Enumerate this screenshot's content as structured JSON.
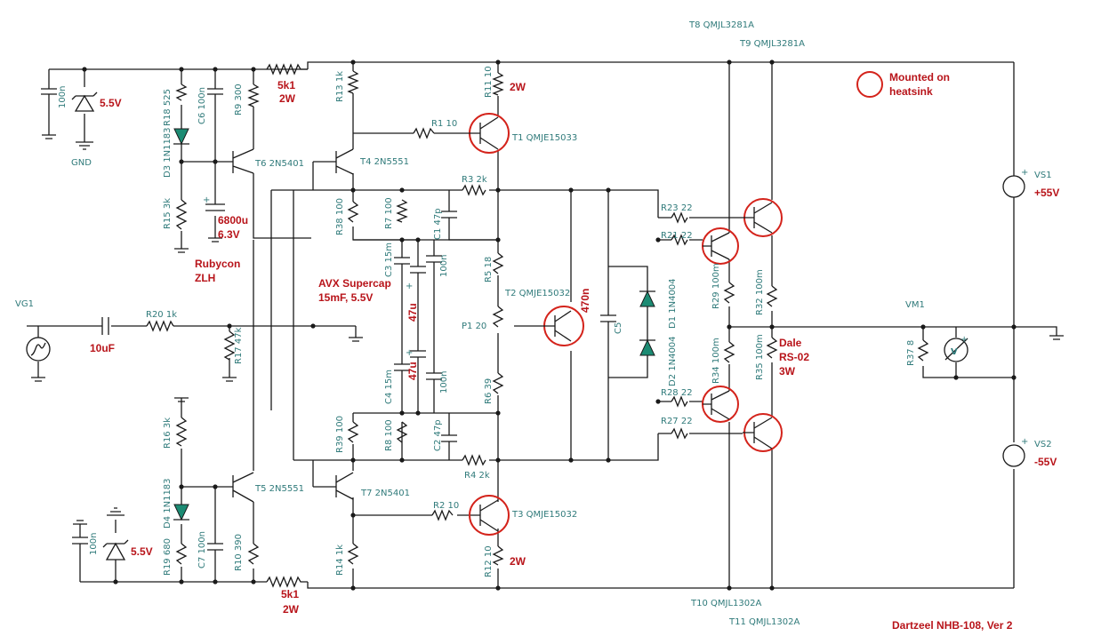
{
  "labels": {
    "t8": "T8 QMJL3281A",
    "t9": "T9 QMJL3281A",
    "t10": "T10 QMJL1302A",
    "t11": "T11 QMJL1302A",
    "t1": "T1 QMJE15033",
    "t2": "T2 QMJE15032",
    "t3": "T3 QMJE15032",
    "t4": "T4 2N5551",
    "t5": "T5 2N5551",
    "t6": "T6 2N5401",
    "t7": "T7 2N5401",
    "r1": "R1 10",
    "r2": "R2 10",
    "r3": "R3 2k",
    "r4": "R4 2k",
    "r5": "R5 18",
    "r6": "R6 39",
    "r7": "R7 100",
    "r8": "R8 100",
    "r9": "R9 300",
    "r10": "R10 390",
    "r11": "R11 10",
    "r12": "R12 10",
    "r13": "R13 1k",
    "r14": "R14 1k",
    "r15": "R15 3k",
    "r16": "R16 3k",
    "r17": "R17 47k",
    "r18": "R18 525",
    "r19": "R19 680",
    "r20": "R20 1k",
    "r21": "R21 22",
    "r23": "R23 22",
    "r27": "R27 22",
    "r28": "R28 22",
    "r29": "R29 100m",
    "r32": "R32 100m",
    "r34": "R34 100m",
    "r35": "R35 100m",
    "r37": "R37 8",
    "r38": "R38 100",
    "r39": "R39 100",
    "c1": "C1 47p",
    "c2": "C2 47p",
    "c3": "C3 15m",
    "c4": "C4 15m",
    "c5": "C5",
    "c6": "C6 100n",
    "c7": "C7 100n",
    "p1": "P1 20",
    "d1": "D1 1N4004",
    "d2": "D2 1N4004",
    "d3": "D3 1N1183",
    "d4": "D4 1N1183",
    "c_100n": "100n",
    "gnd": "GND",
    "vg1": "VG1",
    "vm1": "VM1",
    "vs1": "VS1",
    "vs2": "VS2",
    "v_meter": "V",
    "plus": "+"
  },
  "annotations": {
    "v55_top": "5.5V",
    "v55_bot": "5.5V",
    "r5k1_top_a": "5k1",
    "r5k1_top_b": "2W",
    "r5k1_bot_a": "5k1",
    "r5k1_bot_b": "2W",
    "r11_w": "2W",
    "r12_w": "2W",
    "cap6800_a": "6800u",
    "cap6800_b": "6.3V",
    "rubycon_a": "Rubycon",
    "rubycon_b": "ZLH",
    "avx_a": "AVX Supercap",
    "avx_b": "15mF, 5.5V",
    "c47u_top": "47u",
    "c47u_bot": "47u",
    "c470n": "470n",
    "c10u": "10uF",
    "heatsink_a": "Mounted on",
    "heatsink_b": "heatsink",
    "dale_a": "Dale",
    "dale_b": "RS-02",
    "dale_c": "3W",
    "vs1_v": "+55V",
    "vs2_v": "-55V",
    "title": "Dartzeel NHB-108, Ver 2"
  },
  "colors": {
    "wire": "#1a1a1a",
    "label": "#2f7a7a",
    "annotation": "#b8141a",
    "ring": "#d4231b",
    "diode": "#1c8b73"
  }
}
